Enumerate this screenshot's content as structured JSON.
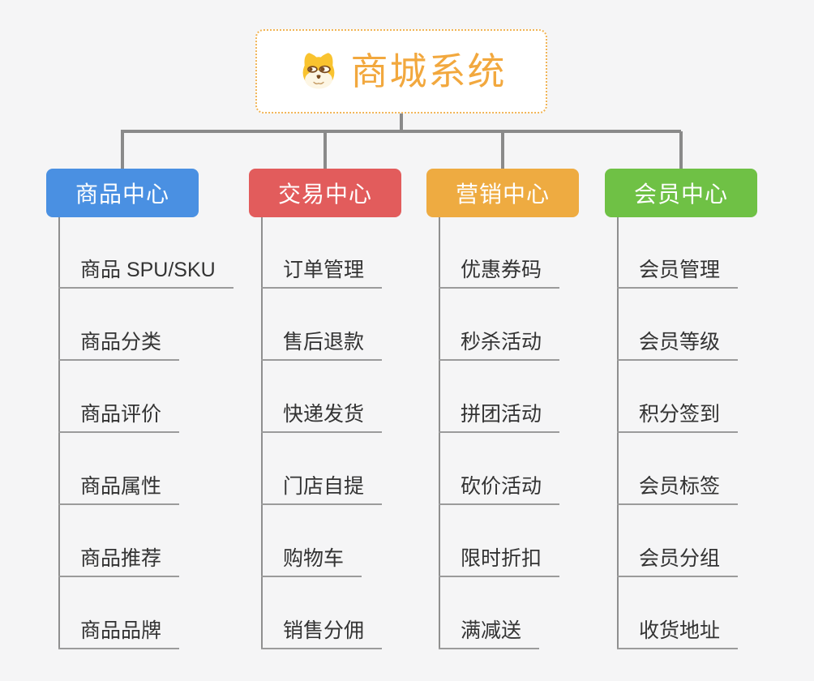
{
  "canvas": {
    "background": "#f5f5f6",
    "connector_color": "#8a8a8a"
  },
  "root": {
    "title": "商城系统",
    "icon": "dog-face-icon",
    "title_color": "#f2a83e",
    "border_color": "#f1b455"
  },
  "branches": [
    {
      "label": "商品中心",
      "color": "#4a90e2",
      "items": [
        "商品 SPU/SKU",
        "商品分类",
        "商品评价",
        "商品属性",
        "商品推荐",
        "商品品牌"
      ]
    },
    {
      "label": "交易中心",
      "color": "#e25c5c",
      "items": [
        "订单管理",
        "售后退款",
        "快递发货",
        "门店自提",
        "购物车",
        "销售分佣"
      ]
    },
    {
      "label": "营销中心",
      "color": "#eeab41",
      "items": [
        "优惠券码",
        "秒杀活动",
        "拼团活动",
        "砍价活动",
        "限时折扣",
        "满减送"
      ]
    },
    {
      "label": "会员中心",
      "color": "#6fc145",
      "items": [
        "会员管理",
        "会员等级",
        "积分签到",
        "会员标签",
        "会员分组",
        "收货地址"
      ]
    }
  ]
}
